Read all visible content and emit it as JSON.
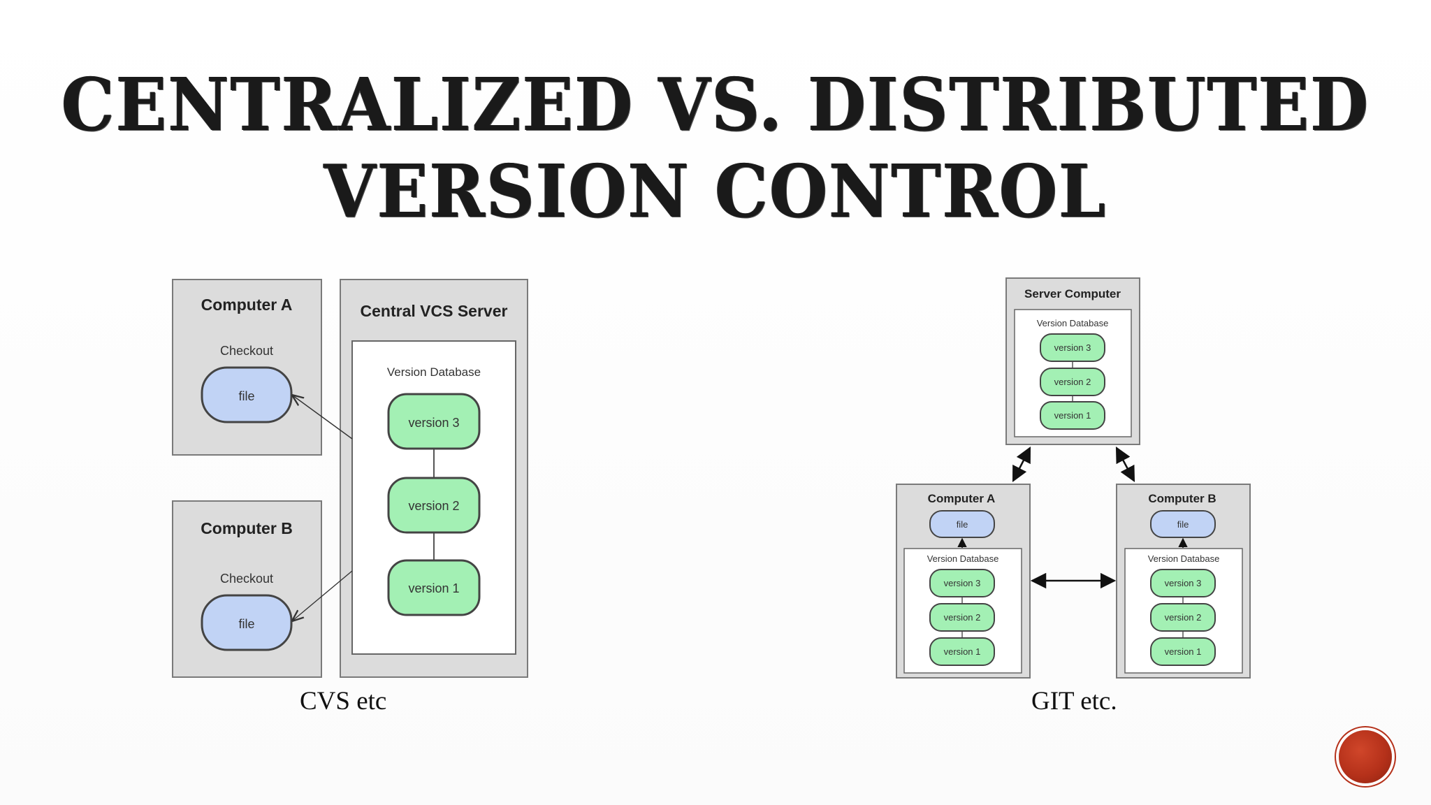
{
  "title": {
    "line1": "CENTRALIZED VS. DISTRIBUTED",
    "line2": "VERSION  CONTROL"
  },
  "centralized": {
    "computer_a": {
      "label": "Computer A",
      "checkout": "Checkout",
      "file": "file"
    },
    "computer_b": {
      "label": "Computer B",
      "checkout": "Checkout",
      "file": "file"
    },
    "server": {
      "label": "Central VCS Server",
      "db_label": "Version Database",
      "versions": [
        "version 3",
        "version 2",
        "version 1"
      ]
    },
    "caption": "CVS etc"
  },
  "distributed": {
    "server": {
      "label": "Server Computer",
      "db_label": "Version Database",
      "versions": [
        "version 3",
        "version 2",
        "version 1"
      ]
    },
    "computer_a": {
      "label": "Computer A",
      "file": "file",
      "db_label": "Version Database",
      "versions": [
        "version 3",
        "version 2",
        "version 1"
      ]
    },
    "computer_b": {
      "label": "Computer B",
      "file": "file",
      "db_label": "Version Database",
      "versions": [
        "version 3",
        "version 2",
        "version 1"
      ]
    },
    "caption": "GIT etc."
  },
  "colors": {
    "box_fill": "#dcdcdc",
    "box_stroke": "#7a7a7a",
    "version_fill": "#a3f0b4",
    "file_fill": "#c1d3f5",
    "accent": "#b5311a"
  }
}
